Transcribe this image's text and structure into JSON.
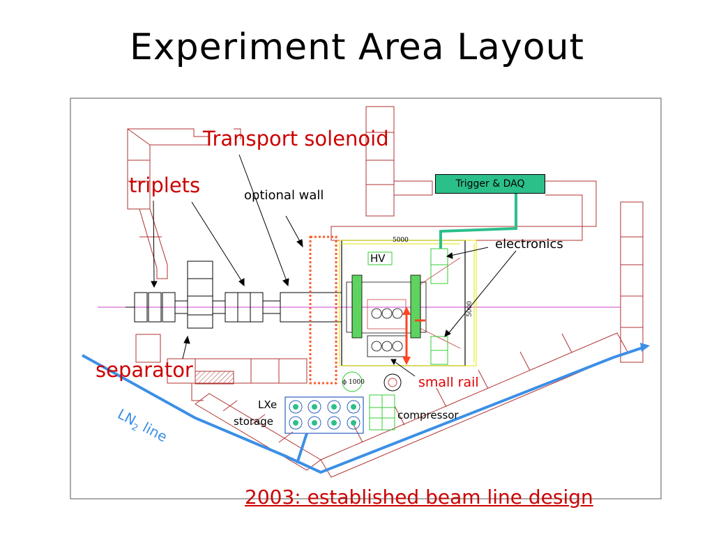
{
  "title": "Experiment Area Layout",
  "labels": {
    "transport_solenoid": "Transport solenoid",
    "triplets": "triplets",
    "optional_wall": "optional wall",
    "trigger_daq": "Trigger & DAQ",
    "electronics": "electronics",
    "hv": "HV",
    "separator": "separator",
    "small_rail": "small rail",
    "ln2_line_prefix": "LN",
    "ln2_line_sub": "2",
    "ln2_line_suffix": " line",
    "lxe": "LXe",
    "storage": "storage",
    "compressor": "compressor",
    "dim_5000_top": "5000",
    "dim_5000_side": "5000",
    "phi_1000": "ϕ 1000"
  },
  "footer": "2003: established beam line design",
  "colors": {
    "wall_red": "#b03030",
    "label_red": "#cc0000",
    "ln2_blue": "#3b8fe6",
    "daq_green": "#2bbf8a",
    "optional_wall_orange": "#ff5a2a",
    "beam_magenta": "#cc44cc",
    "green_frame": "#33cc33"
  }
}
